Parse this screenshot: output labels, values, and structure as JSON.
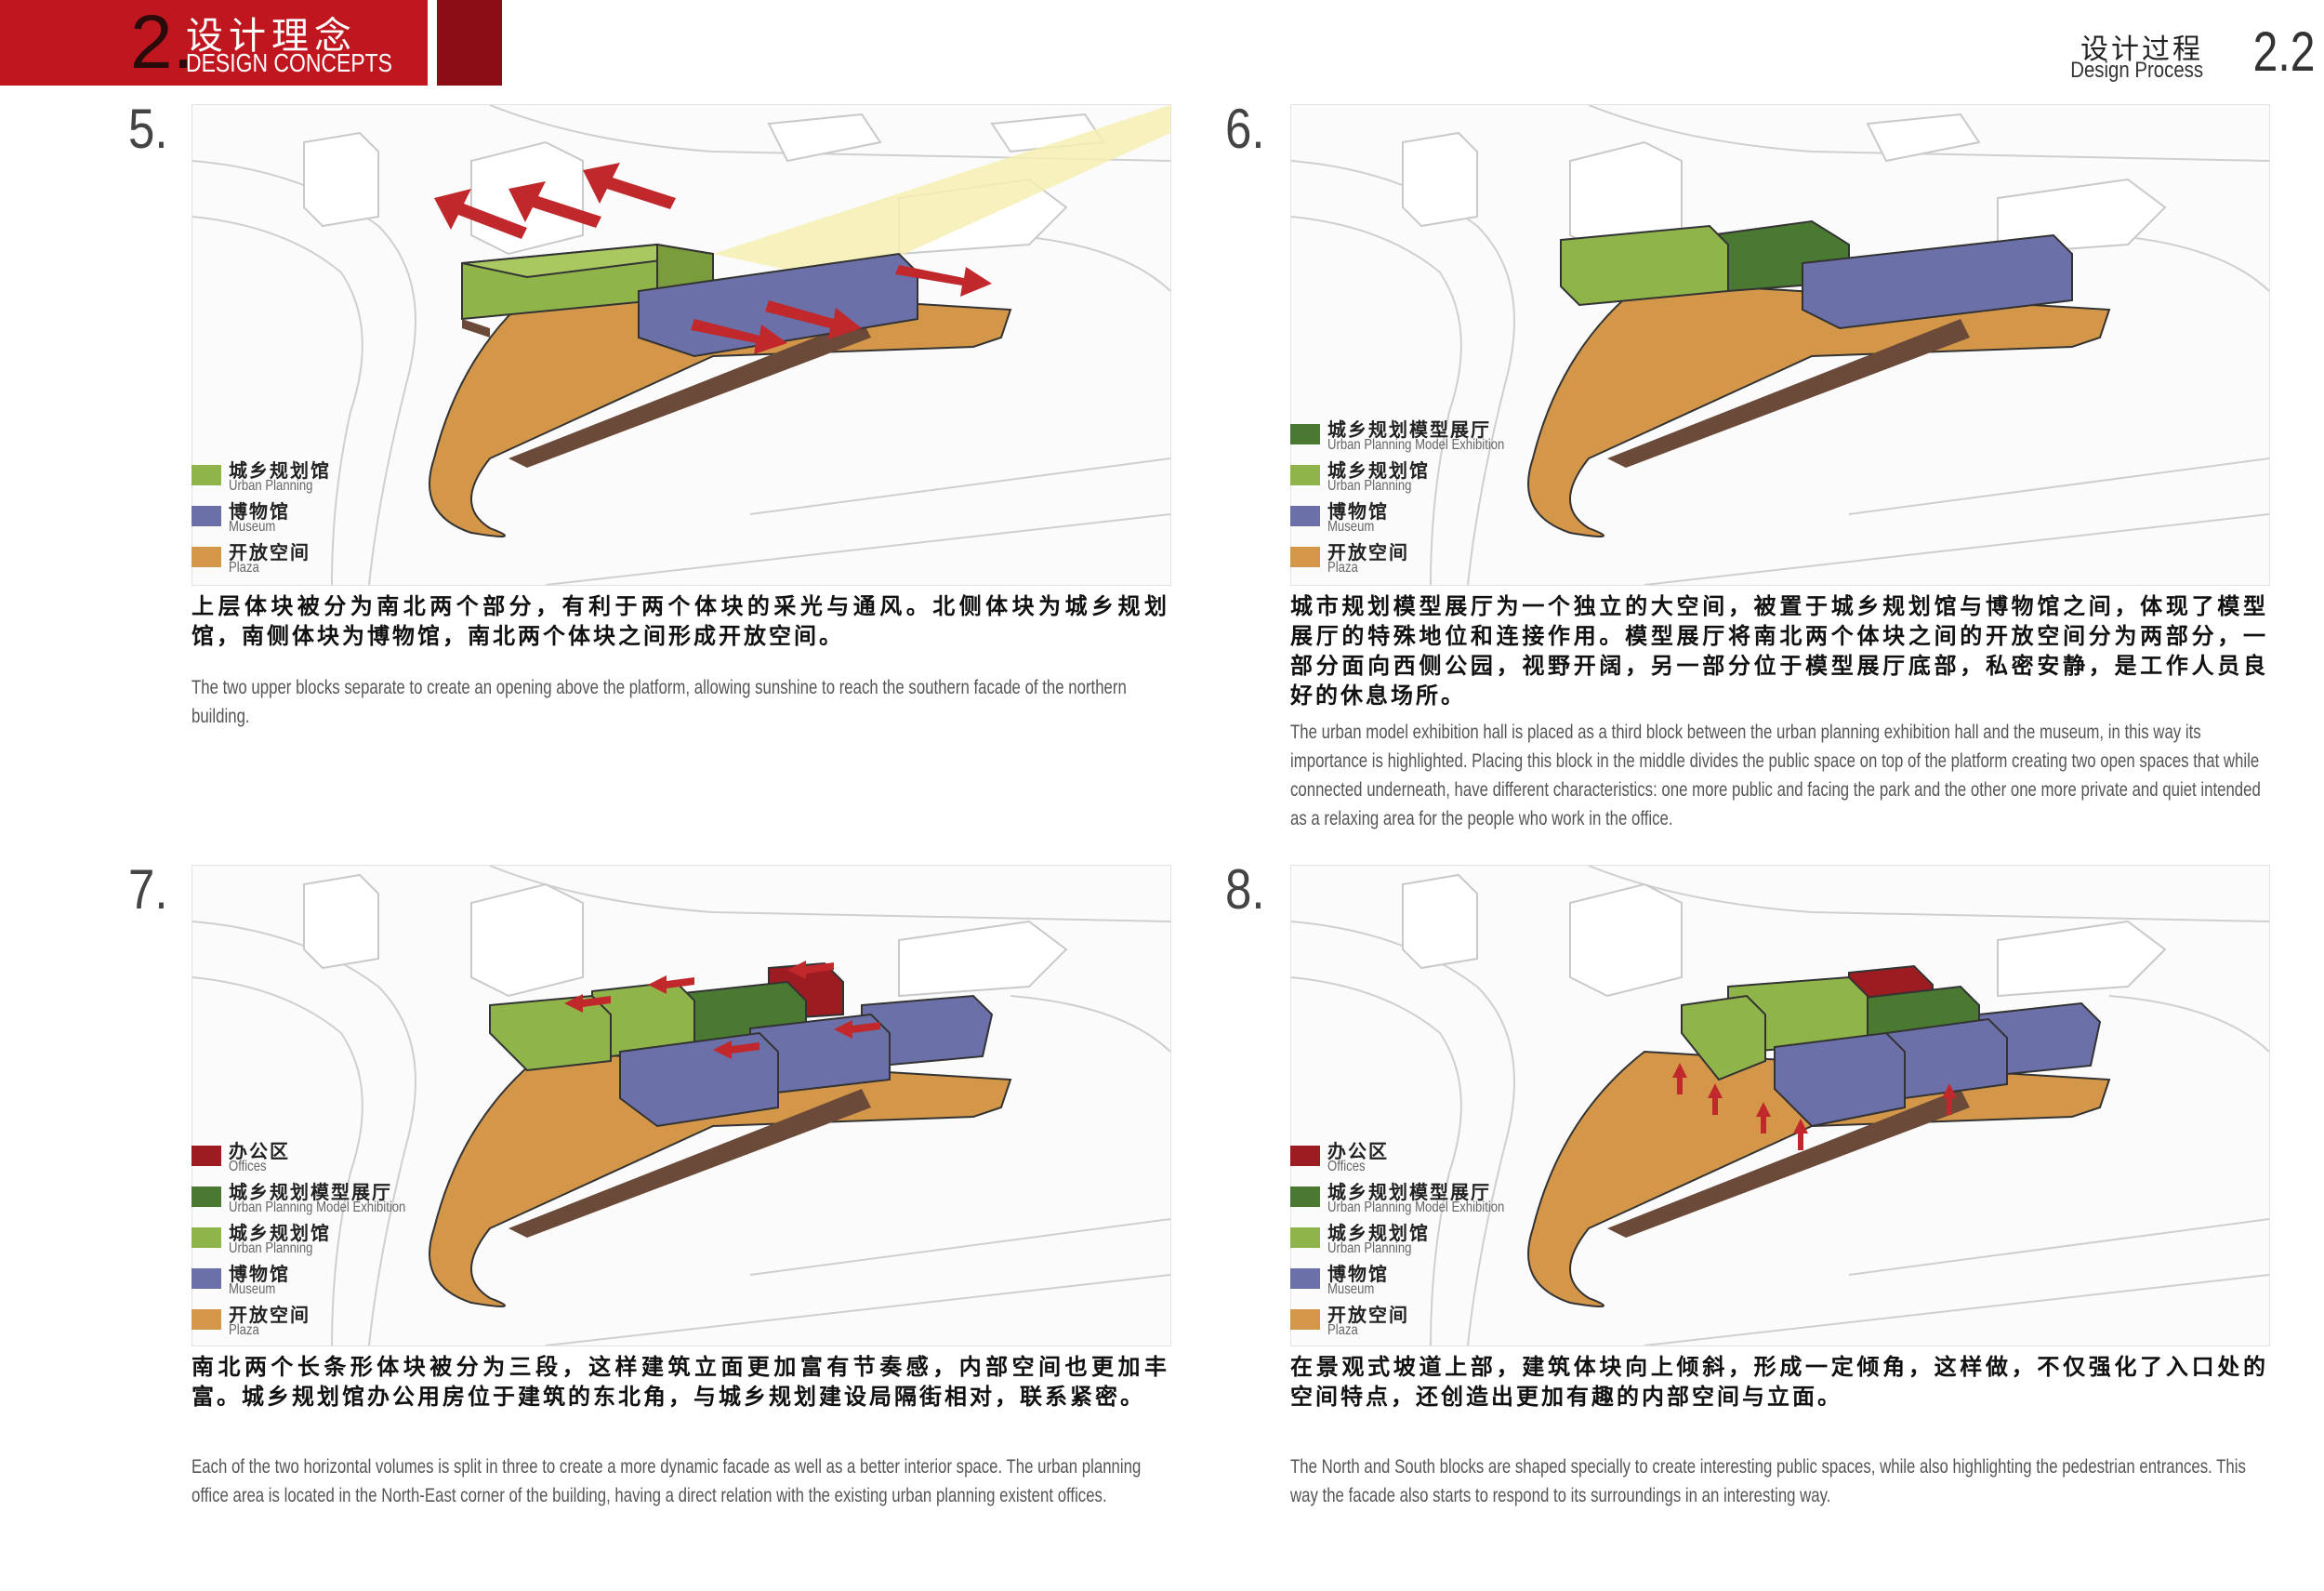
{
  "header": {
    "section_number": "2.",
    "section_title_cn": "设计理念",
    "section_title_en": "DESIGN CONCEPTS",
    "process_title_cn": "设计过程",
    "process_title_en": "Design Process",
    "process_number": "2.2"
  },
  "colors": {
    "brand_red": "#c0161f",
    "brand_dark_red": "#8b0e16",
    "urban_planning": "#8fb44a",
    "model_exhibition": "#4a7a32",
    "museum": "#6b70a8",
    "plaza": "#d4974a",
    "offices": "#9c1c22",
    "arrow": "#c0282c"
  },
  "panels": [
    {
      "number": "5.",
      "legend": [
        {
          "cn": "城乡规划馆",
          "en": "Urban Planning",
          "color": "#8fb44a"
        },
        {
          "cn": "博物馆",
          "en": "Museum",
          "color": "#6b70a8"
        },
        {
          "cn": "开放空间",
          "en": "Plaza",
          "color": "#d4974a"
        }
      ],
      "text_cn": "上层体块被分为南北两个部分，有利于两个体块的采光与通风。北侧体块为城乡规划馆，南侧体块为博物馆，南北两个体块之间形成开放空间。",
      "text_en": "The two upper blocks separate to create an opening above the platform, allowing sunshine to reach the southern facade of the northern building."
    },
    {
      "number": "6.",
      "legend": [
        {
          "cn": "城乡规划模型展厅",
          "en": "Urban Planning Model Exhibition",
          "color": "#4a7a32"
        },
        {
          "cn": "城乡规划馆",
          "en": "Urban Planning",
          "color": "#8fb44a"
        },
        {
          "cn": "博物馆",
          "en": "Museum",
          "color": "#6b70a8"
        },
        {
          "cn": "开放空间",
          "en": "Plaza",
          "color": "#d4974a"
        }
      ],
      "text_cn": "城市规划模型展厅为一个独立的大空间，被置于城乡规划馆与博物馆之间，体现了模型展厅的特殊地位和连接作用。模型展厅将南北两个体块之间的开放空间分为两部分，一部分面向西侧公园，视野开阔，另一部分位于模型展厅底部，私密安静，是工作人员良好的休息场所。",
      "text_en": "The urban model exhibition hall is placed as a third block between the urban planning exhibition hall and the museum, in this way its importance is highlighted. Placing this block in the middle divides the public space on top of the platform creating two open spaces that while connected underneath, have different characteristics: one more public and facing the park and the other one more private and quiet intended as a relaxing area for the people who work in the office."
    },
    {
      "number": "7.",
      "legend": [
        {
          "cn": "办公区",
          "en": "Offices",
          "color": "#9c1c22"
        },
        {
          "cn": "城乡规划模型展厅",
          "en": "Urban Planning Model Exhibition",
          "color": "#4a7a32"
        },
        {
          "cn": "城乡规划馆",
          "en": "Urban Planning",
          "color": "#8fb44a"
        },
        {
          "cn": "博物馆",
          "en": "Museum",
          "color": "#6b70a8"
        },
        {
          "cn": "开放空间",
          "en": "Plaza",
          "color": "#d4974a"
        }
      ],
      "text_cn": "南北两个长条形体块被分为三段，这样建筑立面更加富有节奏感，内部空间也更加丰富。城乡规划馆办公用房位于建筑的东北角，与城乡规划建设局隔街相对，联系紧密。",
      "text_en": "Each of the two horizontal volumes is split in three to create a more dynamic facade as well as a better interior space. The urban planning office area is located in the North-East corner of the building, having a direct relation with the existing urban planning existent offices."
    },
    {
      "number": "8.",
      "legend": [
        {
          "cn": "办公区",
          "en": "Offices",
          "color": "#9c1c22"
        },
        {
          "cn": "城乡规划模型展厅",
          "en": "Urban Planning Model Exhibition",
          "color": "#4a7a32"
        },
        {
          "cn": "城乡规划馆",
          "en": "Urban Planning",
          "color": "#8fb44a"
        },
        {
          "cn": "博物馆",
          "en": "Museum",
          "color": "#6b70a8"
        },
        {
          "cn": "开放空间",
          "en": "Plaza",
          "color": "#d4974a"
        }
      ],
      "text_cn": "在景观式坡道上部，建筑体块向上倾斜，形成一定倾角，这样做，不仅强化了入口处的空间特点，还创造出更加有趣的内部空间与立面。",
      "text_en": "The North and South blocks are shaped specially to create interesting public spaces, while also highlighting the pedestrian entrances. This way the facade also starts to respond to its surroundings in an interesting way."
    }
  ]
}
